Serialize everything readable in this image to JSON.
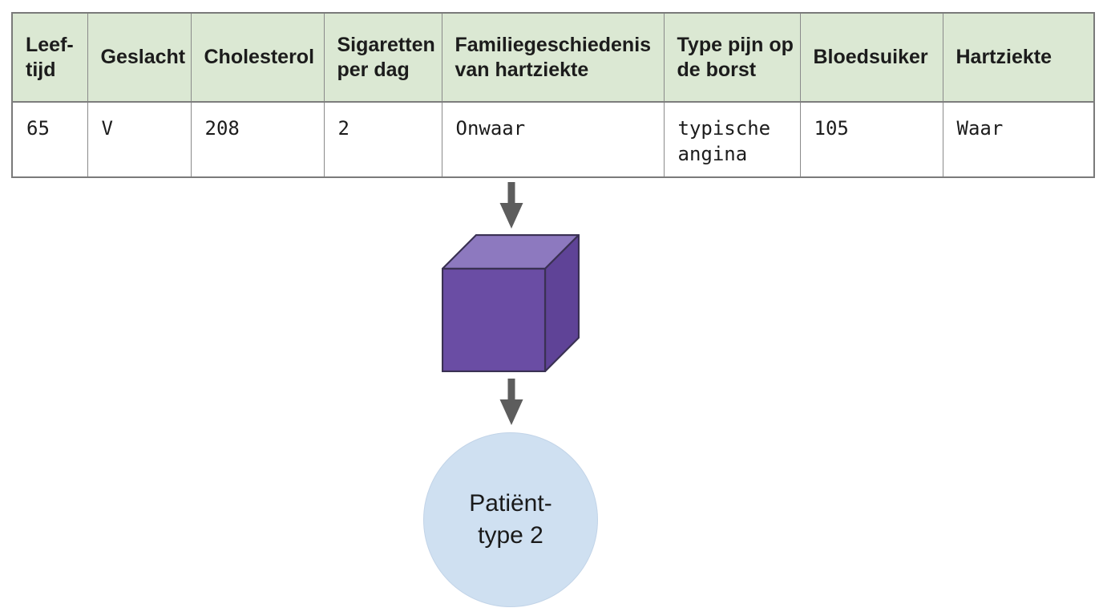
{
  "table": {
    "columns": [
      "Leef-tijd",
      "Geslacht",
      "Cholesterol",
      "Sigaretten per dag",
      "Familiegeschiedenis van hartziekte",
      "Type pijn op de borst",
      "Bloedsuiker",
      "Hartziekte"
    ],
    "row": [
      "65",
      "V",
      "208",
      "2",
      "Onwaar",
      "typische angina",
      "105",
      "Waar"
    ]
  },
  "diagram": {
    "arrow_color": "#5d5d5d",
    "cube": {
      "top_color": "#8d79bf",
      "front_color": "#6a4da4",
      "right_color": "#5f4397",
      "outline_color": "#3a3153"
    },
    "output_node": {
      "label_line1": "Patiënt-",
      "label_line2": "type 2",
      "fill_color": "#cfe0f1"
    }
  },
  "colors": {
    "table_header_bg": "#dbe8d3",
    "table_border": "#8a8a8a",
    "text": "#1c1c1c",
    "page_bg": "#ffffff"
  }
}
